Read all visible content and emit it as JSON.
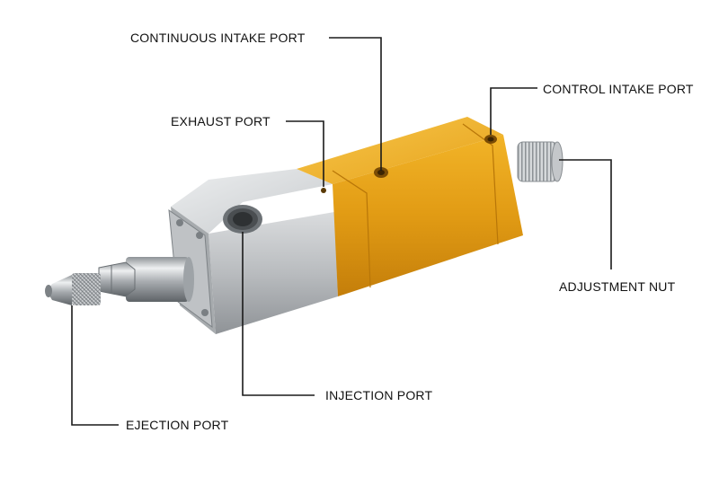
{
  "labels": {
    "continuous_intake_port": "CONTINUOUS INTAKE PORT",
    "control_intake_port": "CONTROL INTAKE PORT",
    "exhaust_port": "EXHAUST PORT",
    "adjustment_nut": "ADJUSTMENT NUT",
    "injection_port": "INJECTION PORT",
    "ejection_port": "EJECTION PORT"
  },
  "colors": {
    "gold_body": "#e8a51c",
    "steel_body": "#c9cccf",
    "leader_line": "#1a1a1a"
  }
}
